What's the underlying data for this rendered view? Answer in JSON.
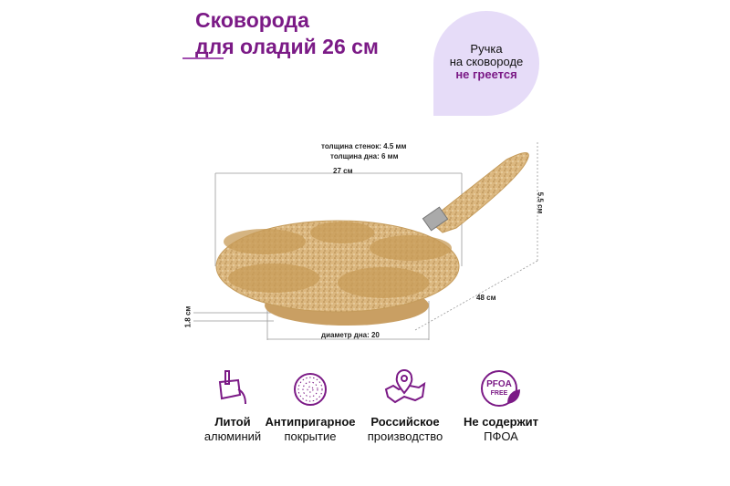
{
  "title": {
    "line1": "Сковорода",
    "line2": "для оладий 26 см"
  },
  "bubble": {
    "line1": "Ручка",
    "line2": "на сковороде",
    "line3": "не греется"
  },
  "dimensions": {
    "wall": "толщина стенок: 4.5 мм",
    "bottom": "толщина дна: 6 мм",
    "width": "27 см",
    "height_handle": "5.5 см",
    "length": "48 см",
    "depth": "1.8 см",
    "base_diameter": "диаметр дна: 20"
  },
  "features": [
    {
      "icon": "cast-aluminum-icon",
      "line1": "Литой",
      "line2": "алюминий"
    },
    {
      "icon": "nonstick-coating-icon",
      "line1": "Антипригарное",
      "line2": "покрытие"
    },
    {
      "icon": "russia-map-pin-icon",
      "line1": "Российское",
      "line2": "производство"
    },
    {
      "icon": "pfoa-free-icon",
      "line1": "Не содержит",
      "line2": "ПФОА",
      "badge_top": "PFOA",
      "badge_bottom": "FREE"
    }
  ],
  "colors": {
    "accent": "#7b1a86",
    "bubble": "#e6dcf8",
    "pan": "#d9b47a"
  }
}
